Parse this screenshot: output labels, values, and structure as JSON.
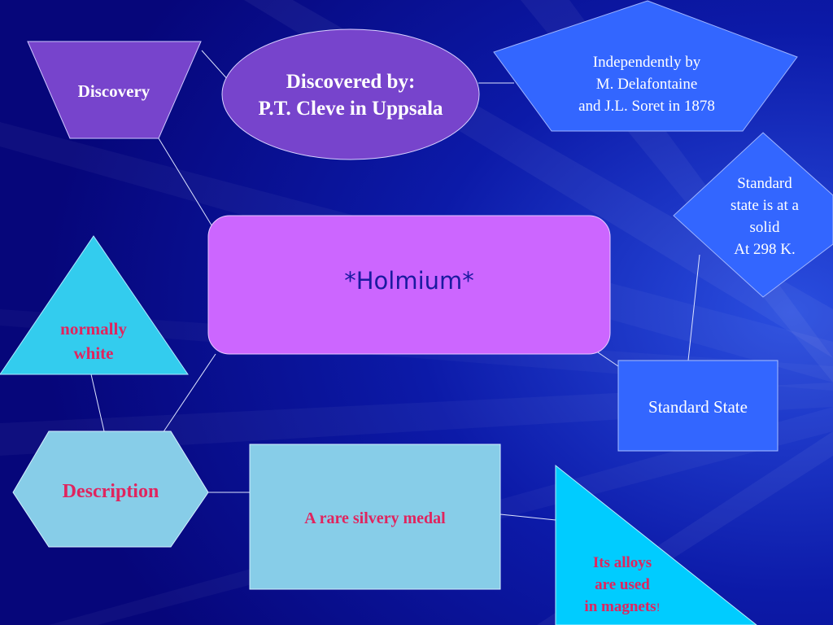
{
  "slide": {
    "center": {
      "text": "*Holmium*"
    },
    "discovery": {
      "label": "Discovery"
    },
    "discovered_by": {
      "line1": "Discovered by:",
      "line2": "P.T. Cleve in Uppsala"
    },
    "independently": {
      "line1": "Independently by",
      "line2": "M. Delafontaine",
      "line3": "and J.L. Soret in 1878"
    },
    "standard_note": {
      "line1": "Standard",
      "line2": "state is at a",
      "line3": "solid",
      "line4": "At 298 K."
    },
    "standard_state": {
      "label": "Standard State"
    },
    "normally_white": {
      "line1": "normally",
      "line2": "white"
    },
    "description": {
      "label": "Description"
    },
    "medal": {
      "text": "A rare silvery medal"
    },
    "magnets": {
      "line1": "Its alloys",
      "line2": "are used",
      "line3": "in magnets",
      "suffix": "!"
    }
  },
  "colors": {
    "background": "#0a0a8c",
    "center_fill": "#cc66ff",
    "purple_fill": "#7744cc",
    "blue_fill": "#3366ff",
    "cyan_fill": "#33ccee",
    "light_fill": "#87cde8",
    "bright_cyan": "#00ccff",
    "pink_text": "#e0245e",
    "center_text": "#1a1aa0"
  }
}
